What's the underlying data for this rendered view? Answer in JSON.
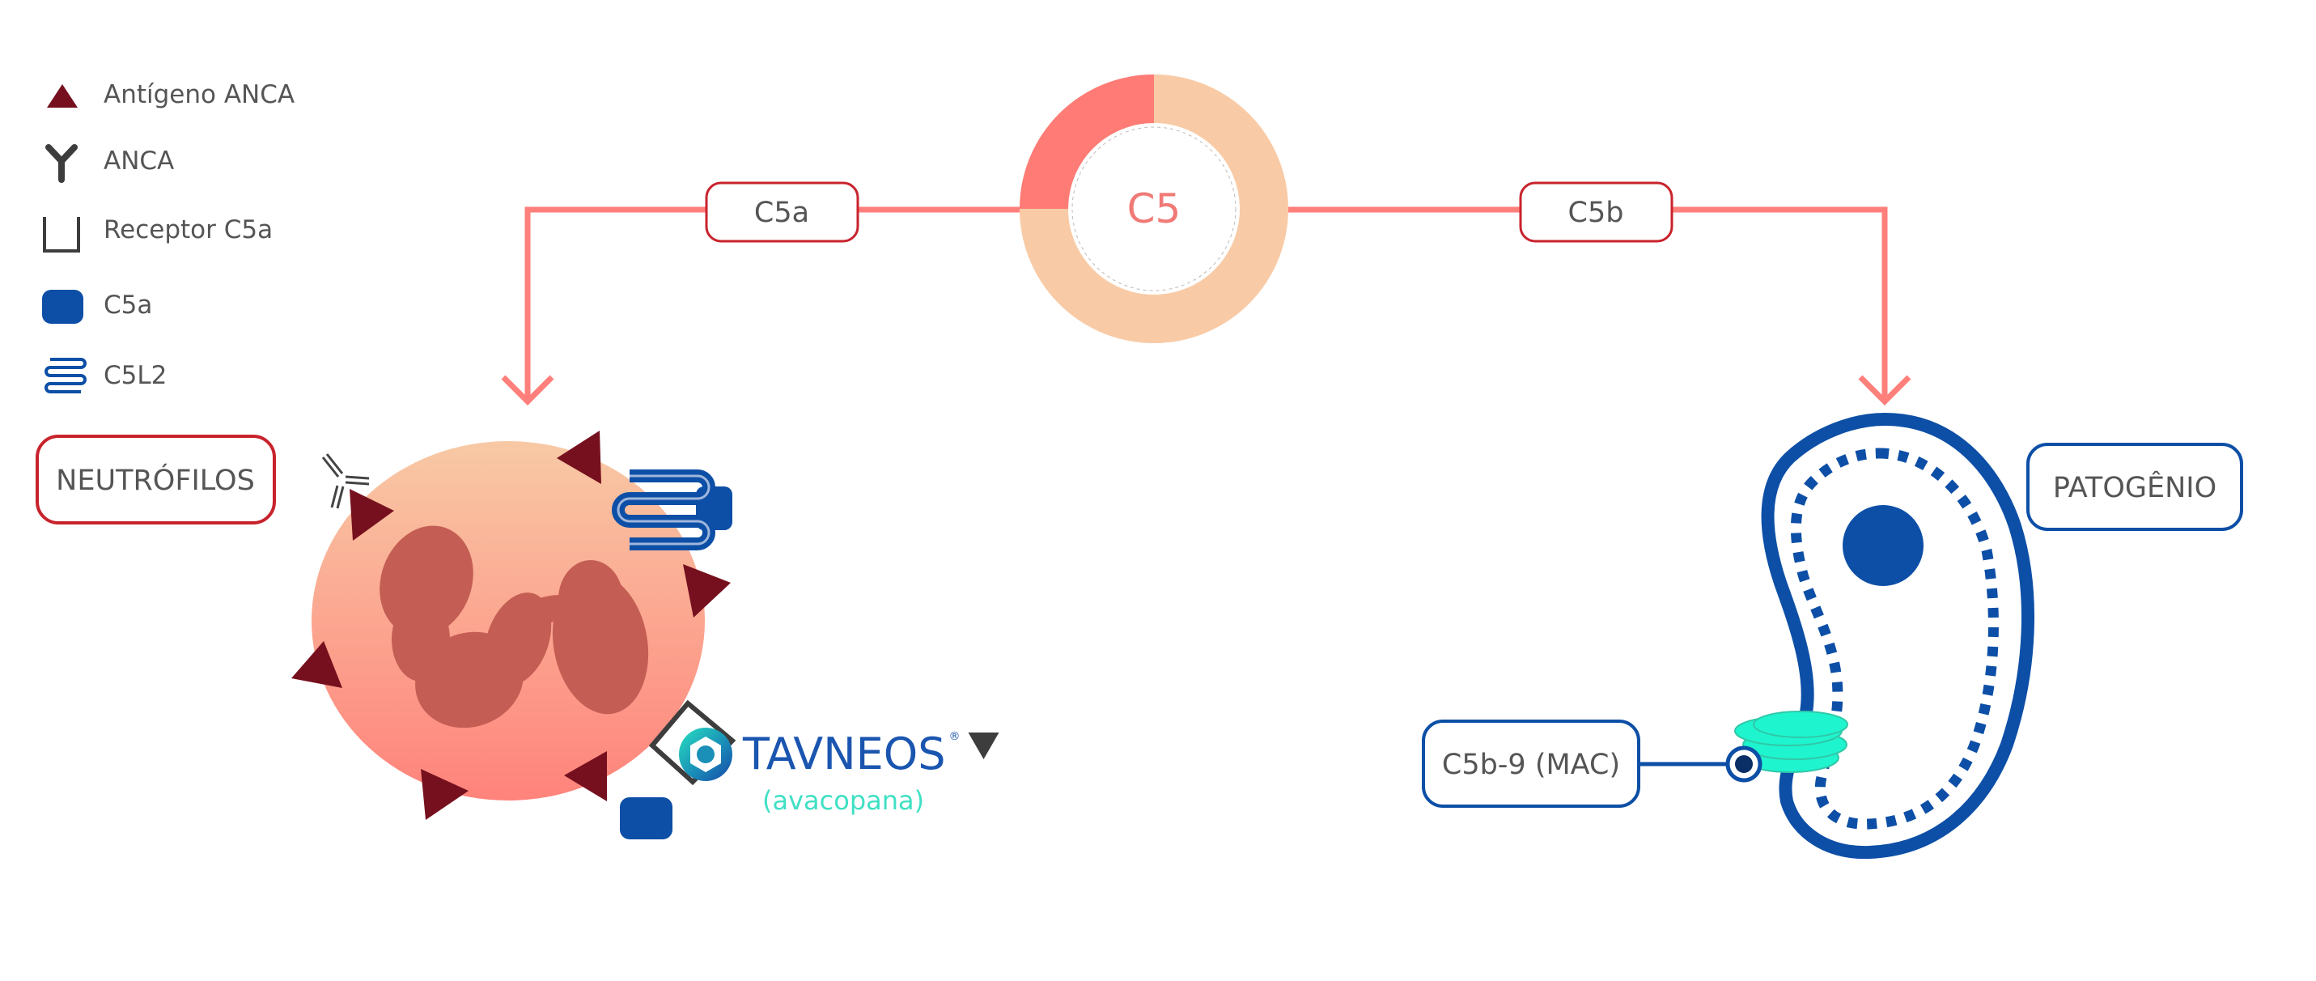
{
  "legend": {
    "items": [
      {
        "icon": "triangle-icon",
        "label": "Antígeno ANCA"
      },
      {
        "icon": "antibody-icon",
        "label": "ANCA"
      },
      {
        "icon": "receptor-icon",
        "label": "Receptor C5a"
      },
      {
        "icon": "rounded-square-icon",
        "label": "C5a"
      },
      {
        "icon": "coil-icon",
        "label": "C5L2"
      }
    ]
  },
  "center": {
    "label": "C5",
    "split_fraction": 0.25
  },
  "branches": {
    "left_label": "C5a",
    "right_label": "C5b"
  },
  "neutrophil": {
    "label": "NEUTRÓFILOS"
  },
  "pathogen": {
    "label": "PATOGÊNIO",
    "mac_label": "C5b-9 (MAC)"
  },
  "drug": {
    "brand": "TAVNEOS",
    "registered": "®",
    "generic": "(avacopana)"
  },
  "colors": {
    "arrow": "#ff7f7b",
    "red_outline": "#c8232c",
    "blue_outline": "#0d4fa6",
    "antigen": "#76101e",
    "c5_slice": "#ff7b76",
    "c5_ring": "#f8cba6",
    "nucleus": "#c45e55",
    "mac": "#1ef5cf"
  }
}
